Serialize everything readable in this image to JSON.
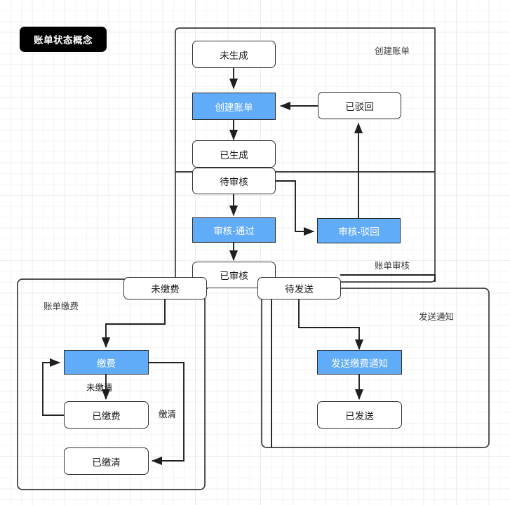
{
  "diagram": {
    "title": "账单状态概念",
    "groups": [
      {
        "id": "create",
        "label": "创建账单"
      },
      {
        "id": "audit",
        "label": "账单审核"
      },
      {
        "id": "pay",
        "label": "账单缴费"
      },
      {
        "id": "notify",
        "label": "发送通知"
      }
    ],
    "nodes": [
      {
        "id": "n1",
        "label": "未生成",
        "style": "white"
      },
      {
        "id": "n2",
        "label": "创建账单",
        "style": "blue"
      },
      {
        "id": "n3",
        "label": "已驳回",
        "style": "white"
      },
      {
        "id": "n4",
        "label": "已生成",
        "style": "white"
      },
      {
        "id": "n5",
        "label": "待审核",
        "style": "white"
      },
      {
        "id": "n6",
        "label": "审核-通过",
        "style": "blue"
      },
      {
        "id": "n7",
        "label": "审核-驳回",
        "style": "blue"
      },
      {
        "id": "n8",
        "label": "已审核",
        "style": "white"
      },
      {
        "id": "n9",
        "label": "未缴费",
        "style": "white"
      },
      {
        "id": "n10",
        "label": "待发送",
        "style": "white"
      },
      {
        "id": "n11",
        "label": "缴费",
        "style": "blue"
      },
      {
        "id": "n12",
        "label": "已缴费",
        "style": "white"
      },
      {
        "id": "n13",
        "label": "已缴清",
        "style": "white"
      },
      {
        "id": "n14",
        "label": "发送缴费通知",
        "style": "blue"
      },
      {
        "id": "n15",
        "label": "已发送",
        "style": "white"
      }
    ],
    "edge_labels": [
      {
        "id": "e1",
        "label": "未缴清"
      },
      {
        "id": "e2",
        "label": "缴清"
      }
    ],
    "colors": {
      "accent_blue": "#61ACF8",
      "stroke": "#333333",
      "badge_bg": "#000000",
      "grid_major": "#ececec",
      "grid_minor": "#f5f5f5"
    }
  }
}
